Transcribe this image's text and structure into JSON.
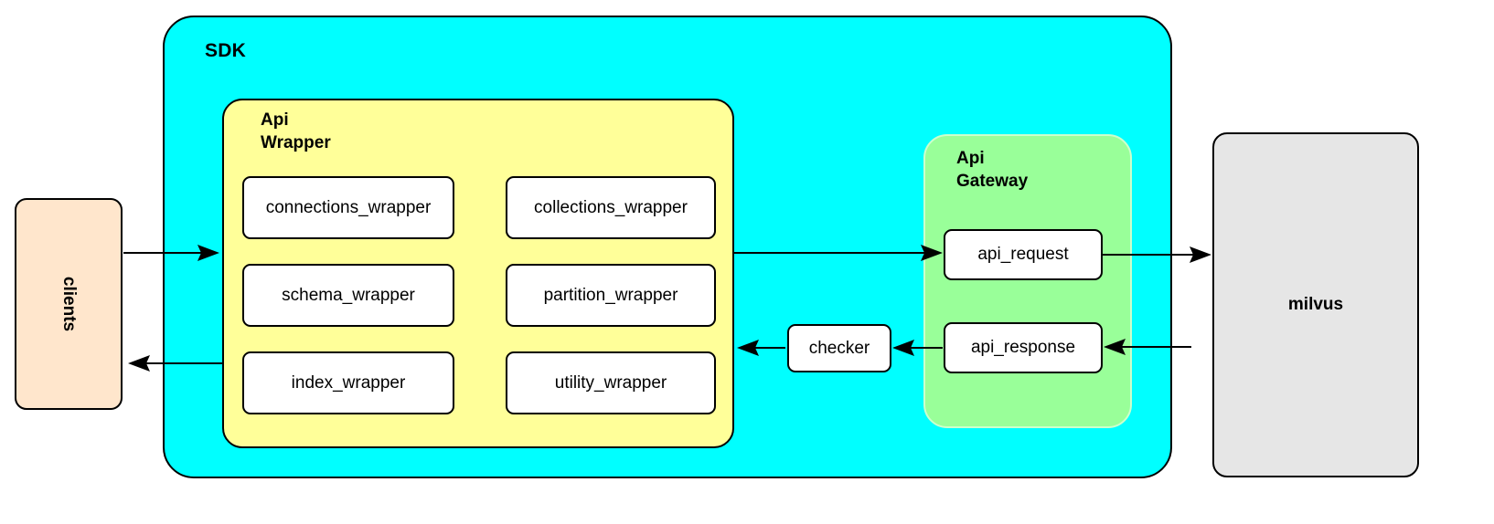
{
  "diagram": {
    "title": "SDK / Api Wrapper / Api Gateway / milvus architecture",
    "colors": {
      "sdk_fill": "#00ffff",
      "api_wrapper_fill": "#ffff99",
      "api_gateway_fill": "#99ff99",
      "clients_fill": "#ffe6cc",
      "milvus_fill": "#e6e6e6",
      "leaf_fill": "#ffffff",
      "stroke": "#000000",
      "background": "#ffffff"
    }
  },
  "clients": {
    "label": "clients"
  },
  "sdk": {
    "label": "SDK"
  },
  "api_wrapper": {
    "label": "Api\nWrapper",
    "modules": [
      {
        "label": "connections_wrapper"
      },
      {
        "label": "collections_wrapper"
      },
      {
        "label": "schema_wrapper"
      },
      {
        "label": "partition_wrapper"
      },
      {
        "label": "index_wrapper"
      },
      {
        "label": "utility_wrapper"
      }
    ]
  },
  "checker": {
    "label": "checker"
  },
  "api_gateway": {
    "label": "Api\nGateway",
    "modules": [
      {
        "label": "api_request"
      },
      {
        "label": "api_response"
      }
    ]
  },
  "milvus": {
    "label": "milvus"
  },
  "connections": [
    {
      "name": "clients-to-api-wrapper",
      "direction": "right"
    },
    {
      "name": "api-wrapper-to-clients",
      "direction": "left"
    },
    {
      "name": "api-wrapper-to-api-request",
      "direction": "right"
    },
    {
      "name": "api-request-to-milvus",
      "direction": "right"
    },
    {
      "name": "milvus-to-api-response",
      "direction": "left"
    },
    {
      "name": "api-response-to-checker",
      "direction": "left"
    },
    {
      "name": "checker-to-api-wrapper",
      "direction": "left"
    }
  ]
}
